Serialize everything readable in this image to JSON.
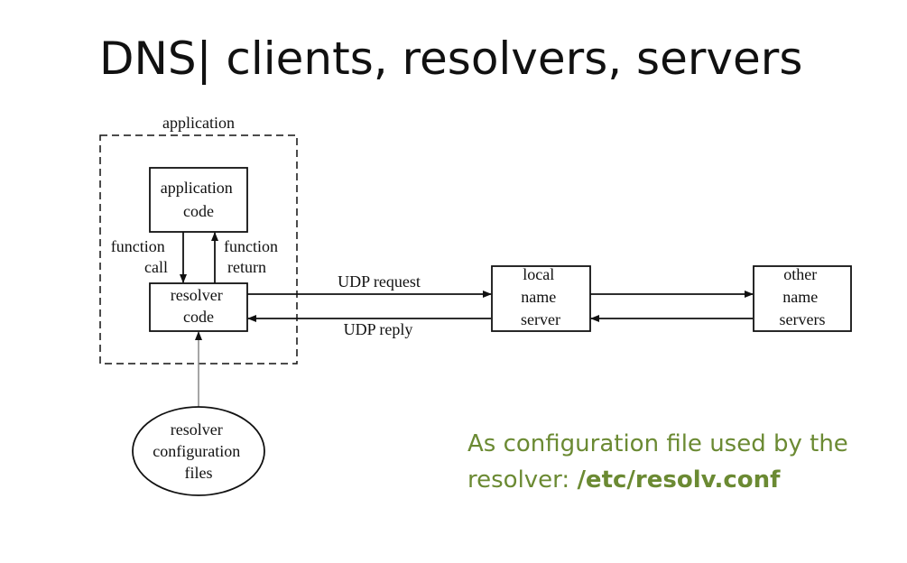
{
  "slide": {
    "title": "DNS| clients, resolvers, servers"
  },
  "diagram": {
    "application_group_label": "application",
    "application_code": [
      "application",
      "code"
    ],
    "function_call": [
      "function",
      "call"
    ],
    "function_return": [
      "function",
      "return"
    ],
    "resolver_code": [
      "resolver",
      "code"
    ],
    "udp_request": "UDP request",
    "udp_reply": "UDP reply",
    "local_name_server": [
      "local",
      "name",
      "server"
    ],
    "other_name_servers": [
      "other",
      "name",
      "servers"
    ],
    "resolver_config_files": [
      "resolver",
      "configuration",
      "files"
    ]
  },
  "note": {
    "line1": "As configuration file used by the",
    "line2_prefix": "resolver: ",
    "line2_path": "/etc/resolv.conf"
  },
  "colors": {
    "title": "#111111",
    "note": "#6b8a33",
    "lines": "#111111"
  }
}
